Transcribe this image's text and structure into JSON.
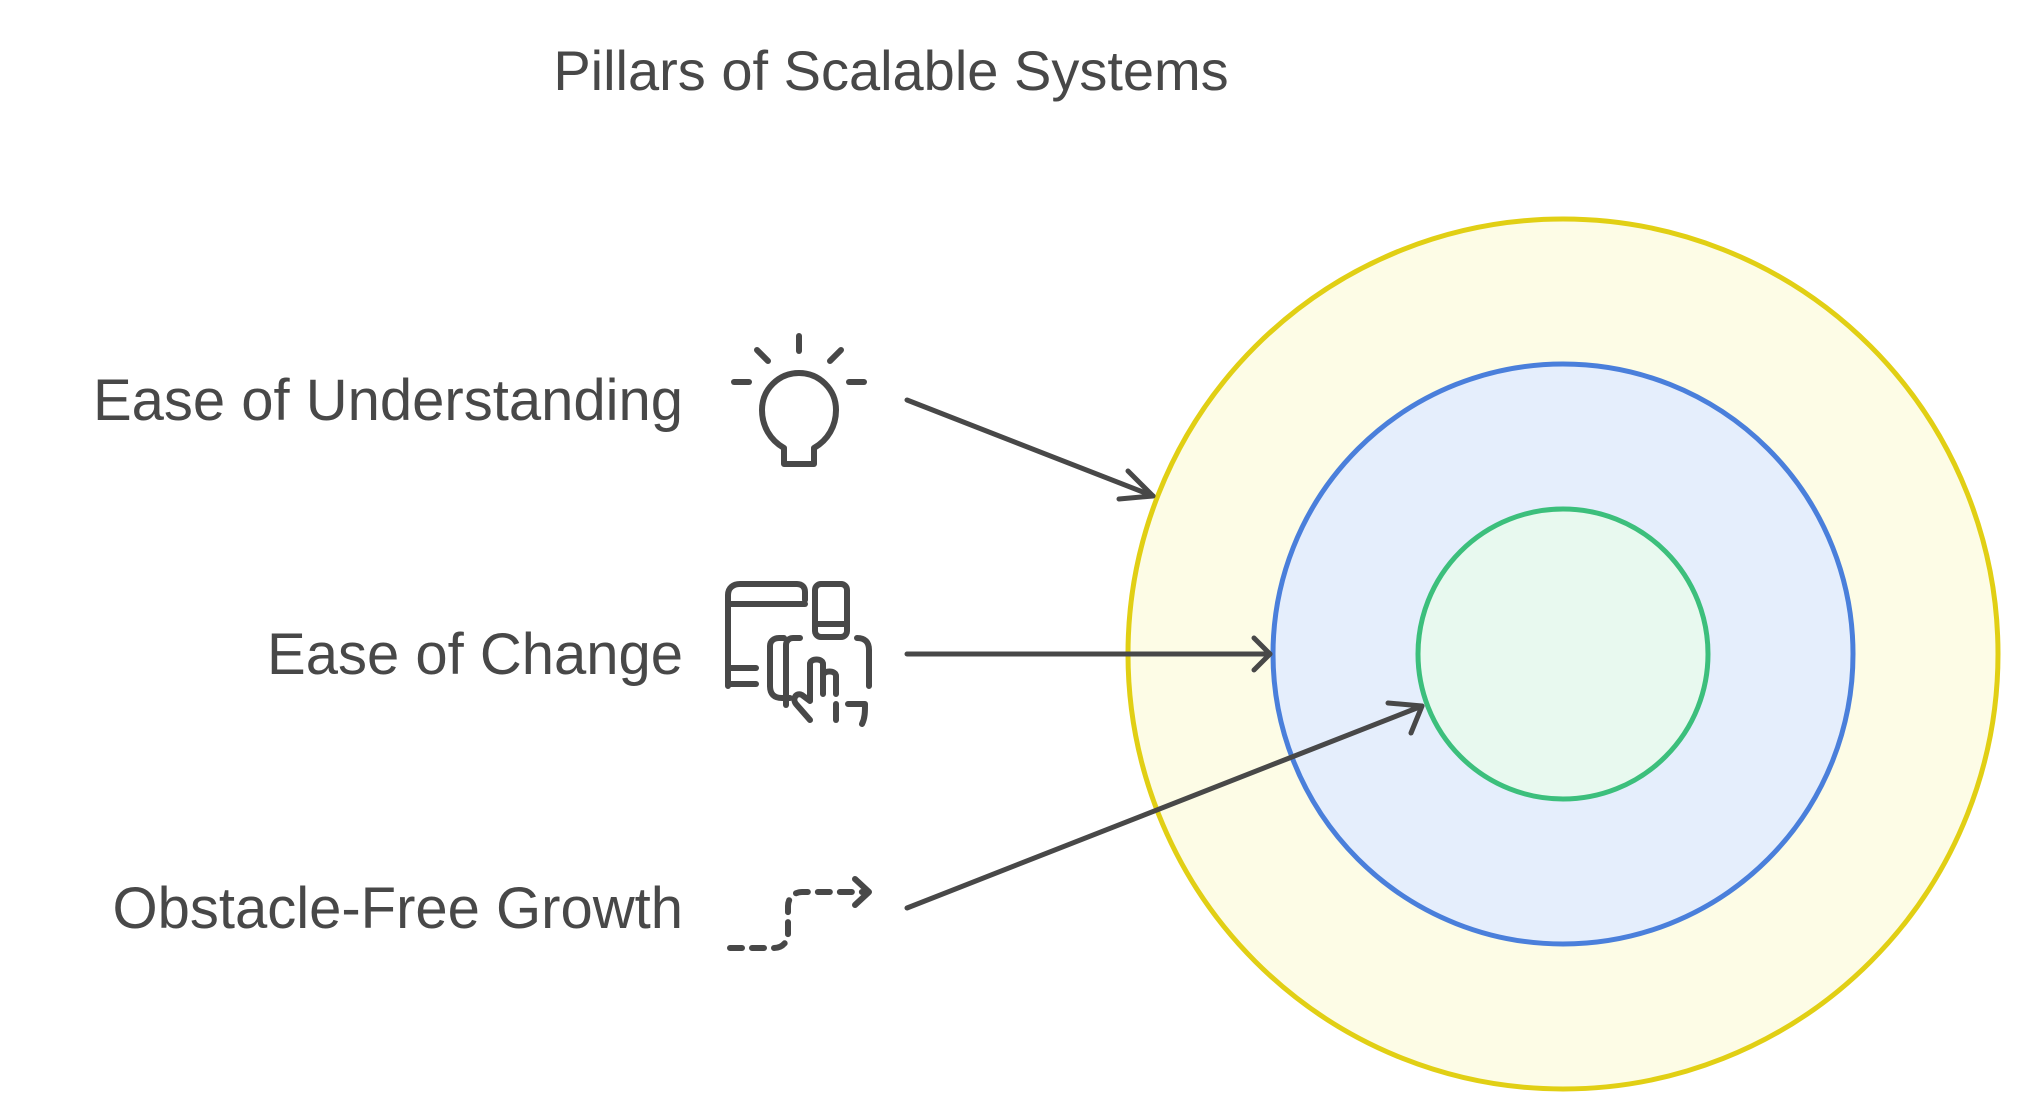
{
  "title": "Pillars of Scalable Systems",
  "pillars": [
    {
      "label": "Ease of Understanding",
      "icon": "lightbulb-icon"
    },
    {
      "label": "Ease of Change",
      "icon": "devices-touch-icon"
    },
    {
      "label": "Obstacle-Free Growth",
      "icon": "dashed-path-arrow-icon"
    }
  ],
  "rings": [
    {
      "name": "outer-ring",
      "fill": "#fdfce6",
      "stroke": "#e1cf14"
    },
    {
      "name": "middle-ring",
      "fill": "#e5eefc",
      "stroke": "#4a7fdb"
    },
    {
      "name": "inner-ring",
      "fill": "#e8f9ef",
      "stroke": "#3cbf7c"
    }
  ],
  "colors": {
    "text": "#484848",
    "background": "#ffffff"
  }
}
